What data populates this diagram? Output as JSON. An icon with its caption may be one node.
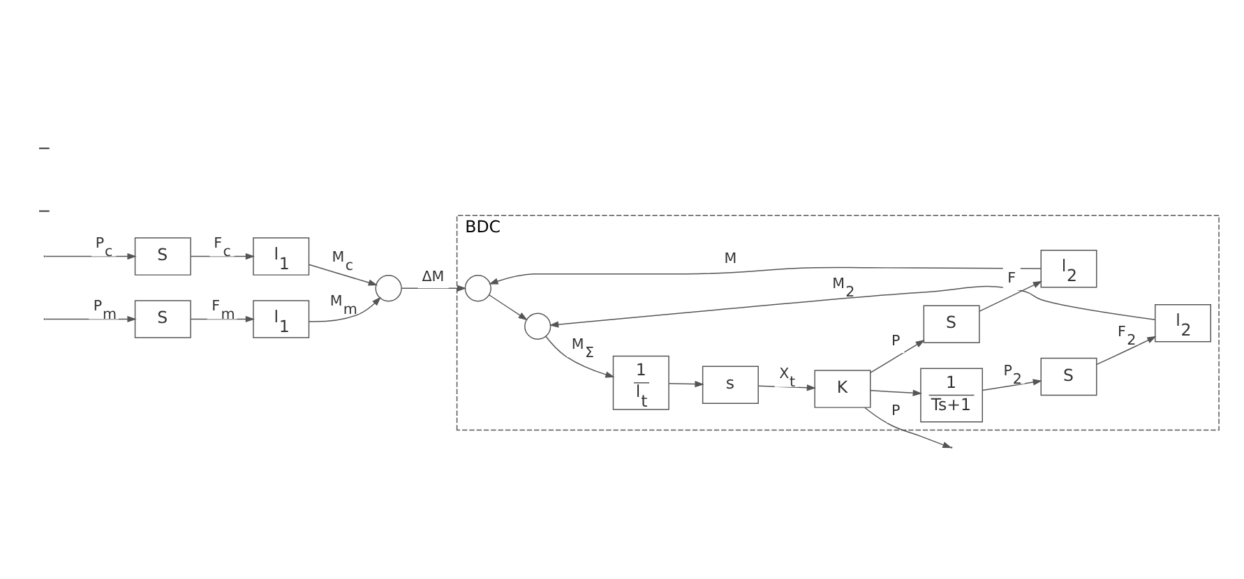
{
  "diagram": {
    "nodes": [
      {
        "text": [
          "BDC"
        ]
      },
      {
        "text": [
          "S"
        ]
      },
      {
        "text": [
          "l$_{1}$"
        ]
      },
      {
        "text": [],
        "shape": "circle"
      },
      {
        "text": [
          "l$_{1}$"
        ]
      },
      {
        "text": [
          "S"
        ]
      },
      {
        "text": [],
        "shape": "circle",
        "in": 0
      },
      {
        "text": [],
        "shape": "circle",
        "in": 0
      },
      {
        "text": [
          "1",
          "l$_{t}$"
        ],
        "in": 0
      },
      {
        "text": [
          "s"
        ],
        "in": 0
      },
      {
        "text": [
          "K"
        ],
        "in": 0
      },
      {
        "text": [
          "l$_{2}$"
        ],
        "in": 0
      },
      {
        "text": [
          "S"
        ],
        "in": 0
      },
      {
        "text": [
          "1",
          "Ts+1"
        ],
        "in": 0
      },
      {
        "text": [
          "l$_{2}$"
        ],
        "in": 0
      },
      {
        "text": [
          "S"
        ],
        "in": 0
      }
    ],
    "edges": [
      {
        "from": null,
        "to": 1,
        "arrow": "to",
        "label": "P$_{c}$"
      },
      {
        "from": 1,
        "to": 2,
        "arrow": "to",
        "label": "F$_{c}$"
      },
      {
        "from": 2,
        "to": 3,
        "arrow": "to",
        "label": "M$_{c}$"
      },
      {
        "from": 5,
        "to": 4,
        "arrow": "to",
        "label": "F$_{m}$"
      },
      {
        "from": 4,
        "to": 3,
        "arrow": "to",
        "label": "M$_{m}$"
      },
      {
        "from": null,
        "to": 5,
        "arrow": "to",
        "label": "P$_{m}$"
      },
      {
        "from": 3,
        "to": 6,
        "arrow": "to",
        "label": "ΔM"
      },
      {
        "from": 6,
        "to": 7,
        "arrow": "to"
      },
      {
        "from": 7,
        "to": 8,
        "arrow": "to",
        "label": "M$_{Σ}$"
      },
      {
        "from": 8,
        "to": 9,
        "arrow": "to"
      },
      {
        "from": 9,
        "to": 10,
        "arrow": "to",
        "label": "X$_{t}$"
      },
      {
        "from": 10,
        "to": null,
        "arrow": "to",
        "label": "P"
      },
      {
        "from": 10,
        "to": 13,
        "arrow": "to"
      },
      {
        "from": 13,
        "to": 12,
        "arrow": "to",
        "label": "P$_{2}$"
      },
      {
        "from": 12,
        "to": 11,
        "arrow": "to",
        "label": "F$_{2}$"
      },
      {
        "from": 11,
        "to": 7,
        "arrow": "to",
        "label": "M$_{2}$"
      },
      {
        "from": 10,
        "to": 15,
        "arrow": "to",
        "label": "P"
      },
      {
        "from": 15,
        "to": 14,
        "arrow": "to",
        "label": "F"
      },
      {
        "from": 14,
        "to": 6,
        "arrow": "to",
        "label": "M"
      }
    ],
    "labels": [
      "−",
      "−"
    ]
  }
}
